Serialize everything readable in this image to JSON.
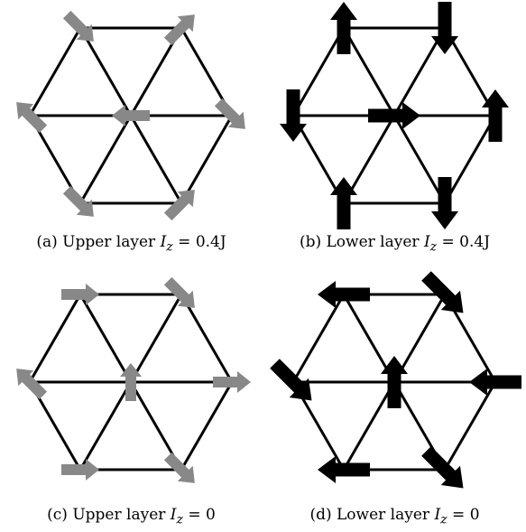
{
  "colors": {
    "upper_arrow": "#888888",
    "lower_arrow": "#000000",
    "lattice": "#000000"
  },
  "panels": [
    {
      "id": "a",
      "caption_prefix": "(a) Upper layer ",
      "caption_symbol": "I",
      "caption_subscript": "z",
      "caption_suffix": " = 0.4J",
      "arrow_color": "#888888",
      "arrows": [
        {
          "site": "top-left",
          "direction": "down-right"
        },
        {
          "site": "top-right",
          "direction": "up-right"
        },
        {
          "site": "left",
          "direction": "up-left"
        },
        {
          "site": "center",
          "direction": "left"
        },
        {
          "site": "right",
          "direction": "down-right"
        },
        {
          "site": "bottom-left",
          "direction": "down-right"
        },
        {
          "site": "bottom-right",
          "direction": "up-right"
        }
      ]
    },
    {
      "id": "b",
      "caption_prefix": "(b) Lower layer ",
      "caption_symbol": "I",
      "caption_subscript": "z",
      "caption_suffix": " = 0.4J",
      "arrow_color": "#000000",
      "arrows": [
        {
          "site": "top-left",
          "direction": "up"
        },
        {
          "site": "top-right",
          "direction": "down"
        },
        {
          "site": "left",
          "direction": "down"
        },
        {
          "site": "center",
          "direction": "right"
        },
        {
          "site": "right",
          "direction": "up"
        },
        {
          "site": "bottom-left",
          "direction": "up"
        },
        {
          "site": "bottom-right",
          "direction": "down"
        }
      ]
    },
    {
      "id": "c",
      "caption_prefix": "(c) Upper layer ",
      "caption_symbol": "I",
      "caption_subscript": "z",
      "caption_suffix": " = 0",
      "arrow_color": "#888888",
      "arrows": [
        {
          "site": "top-left",
          "direction": "right"
        },
        {
          "site": "top-right",
          "direction": "down-right"
        },
        {
          "site": "left",
          "direction": "up-left"
        },
        {
          "site": "center",
          "direction": "up"
        },
        {
          "site": "right",
          "direction": "right"
        },
        {
          "site": "bottom-left",
          "direction": "right"
        },
        {
          "site": "bottom-right",
          "direction": "down-right"
        }
      ]
    },
    {
      "id": "d",
      "caption_prefix": "(d) Lower layer ",
      "caption_symbol": "I",
      "caption_subscript": "z",
      "caption_suffix": " = 0",
      "arrow_color": "#000000",
      "arrows": [
        {
          "site": "top-left",
          "direction": "left"
        },
        {
          "site": "top-right",
          "direction": "down-right"
        },
        {
          "site": "left",
          "direction": "down-right"
        },
        {
          "site": "center",
          "direction": "up"
        },
        {
          "site": "right",
          "direction": "left"
        },
        {
          "site": "bottom-left",
          "direction": "left"
        },
        {
          "site": "bottom-right",
          "direction": "down-right"
        }
      ]
    }
  ]
}
